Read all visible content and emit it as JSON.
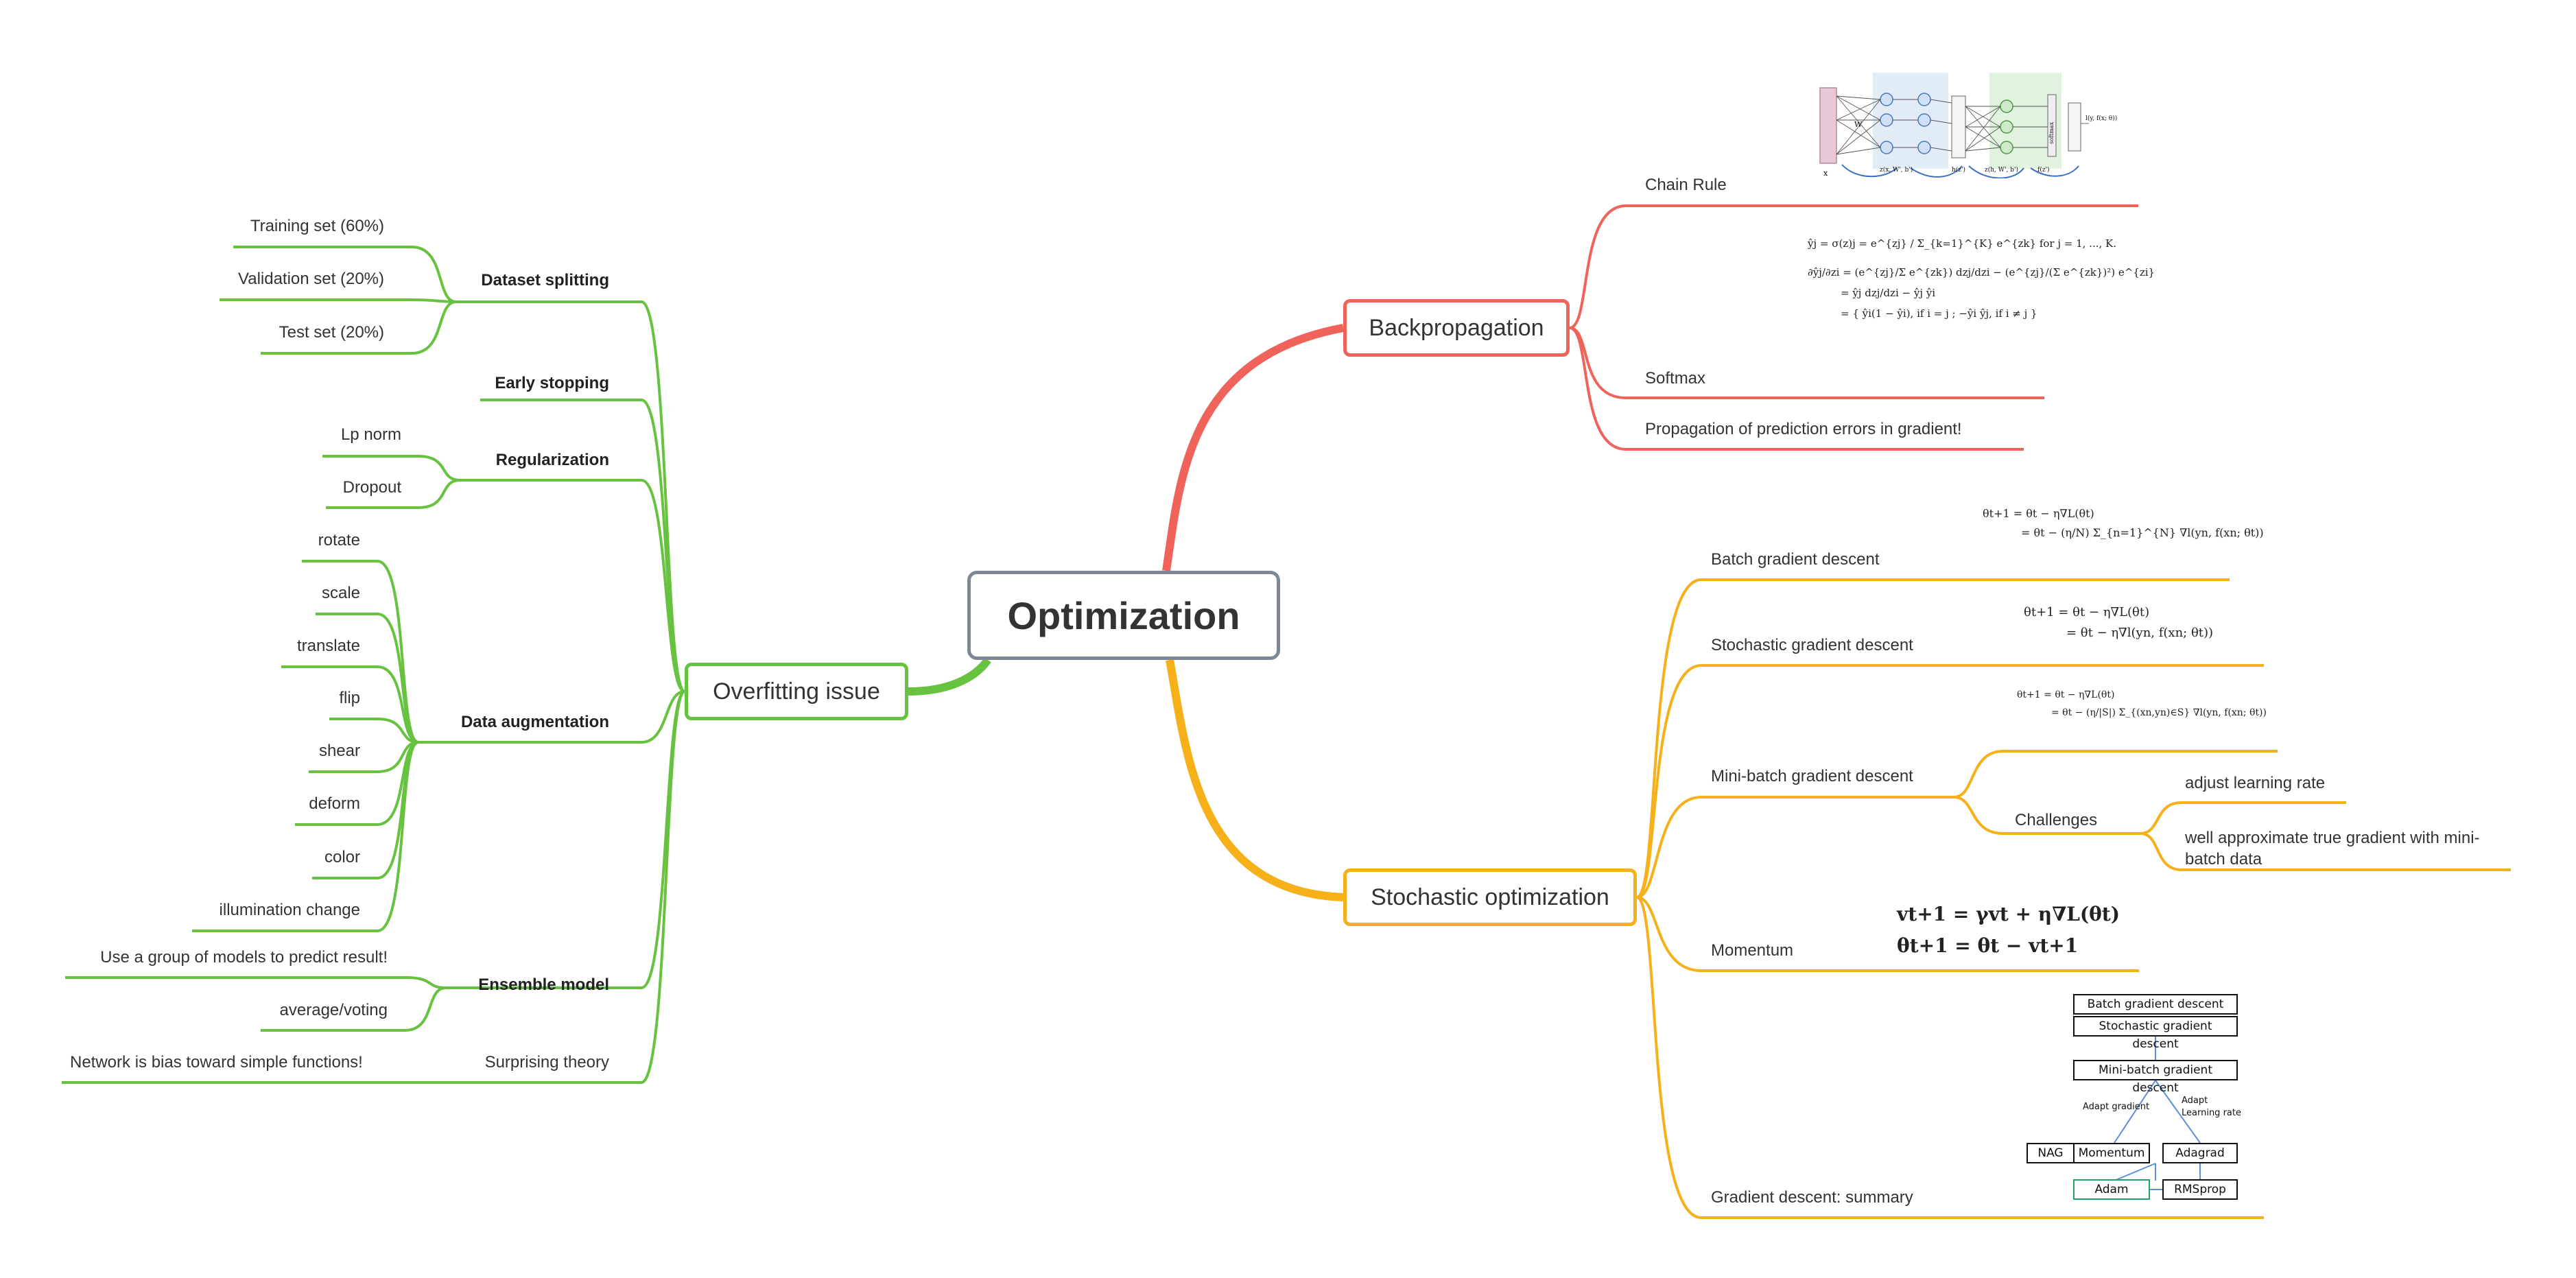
{
  "root": {
    "label": "Optimization"
  },
  "colors": {
    "root_border": "#7f8796",
    "backprop": "#f0635a",
    "stochastic": "#f6b01a",
    "overfitting": "#66c23f",
    "summary_blue": "#5b8fd6",
    "adam_green": "#21a366"
  },
  "backpropagation": {
    "label": "Backpropagation",
    "items": [
      "Chain Rule",
      "Softmax",
      "Propagation of prediction errors in gradient!"
    ],
    "network_figure_labels": [
      "x",
      "W",
      "z(x, W', b')",
      "h(z')",
      "z(h, W', b')",
      "f(z')",
      "softmax",
      "l(y, f(x; θ))"
    ],
    "softmax_formula": {
      "l1": "ŷj = σ(z)j = e^{zj} / Σ_{k=1}^{K} e^{zk}    for j = 1, ..., K.",
      "l2": "∂ŷj/∂zi = (e^{zj}/Σ e^{zk}) dzj/dzi − (e^{zj}/(Σ e^{zk})²) e^{zi}",
      "l3": "= ŷj dzj/dzi − ŷj ŷi",
      "l4": "= { ŷi(1 − ŷi), if i = j ;  −ŷi ŷj, if i ≠ j }"
    }
  },
  "stochastic": {
    "label": "Stochastic optimization",
    "items": {
      "batch": "Batch gradient descent",
      "sgd": "Stochastic gradient descent",
      "minibatch": "Mini-batch gradient descent",
      "challenges": "Challenges",
      "challenge_items": [
        "adjust learning rate",
        "well approximate true gradient with mini-batch data"
      ],
      "momentum": "Momentum",
      "summary": "Gradient descent: summary"
    },
    "formulas": {
      "batch_l1": "θt+1  =  θt − η∇L(θt)",
      "batch_l2": "=  θt − (η/N) Σ_{n=1}^{N} ∇l(yn, f(xn; θt))",
      "sgd_l1": "θt+1  =  θt − η∇L(θt)",
      "sgd_l2": "=  θt − η∇l(yn, f(xn; θt))",
      "mb_l1": "θt+1  =  θt − η∇L(θt)",
      "mb_l2": "=  θt − (η/|S|) Σ_{(xn,yn)∈S} ∇l(yn, f(xn; θt))",
      "mom_l1": "vt+1  =  γvt + η∇L(θt)",
      "mom_l2": "θt+1  =  θt − vt+1"
    },
    "summary_chart": {
      "batch": "Batch gradient descent",
      "sgd": "Stochastic gradient descent",
      "minibatch": "Mini-batch gradient descent",
      "adapt_gradient": "Adapt gradient",
      "adapt_lr_1": "Adapt",
      "adapt_lr_2": "Learning rate",
      "nag": "NAG",
      "momentum": "Momentum",
      "adagrad": "Adagrad",
      "adam": "Adam",
      "rmsprop": "RMSprop"
    }
  },
  "overfitting": {
    "label": "Overfitting issue",
    "groups": {
      "dataset": {
        "label": "Dataset splitting",
        "children": [
          "Training set (60%)",
          "Validation set (20%)",
          "Test set (20%)"
        ]
      },
      "early": {
        "label": "Early stopping"
      },
      "reg": {
        "label": "Regularization",
        "children": [
          "Lp norm",
          "Dropout"
        ]
      },
      "aug": {
        "label": "Data augmentation",
        "children": [
          "rotate",
          "scale",
          "translate",
          "flip",
          "shear",
          "deform",
          "color",
          "illumination change"
        ]
      },
      "ensemble": {
        "label": "Ensemble model",
        "children": [
          "Use a group of models to predict result!",
          "average/voting"
        ]
      },
      "theory": {
        "label": "Surprising theory",
        "children": [
          "Network is bias toward simple functions!"
        ]
      }
    }
  }
}
